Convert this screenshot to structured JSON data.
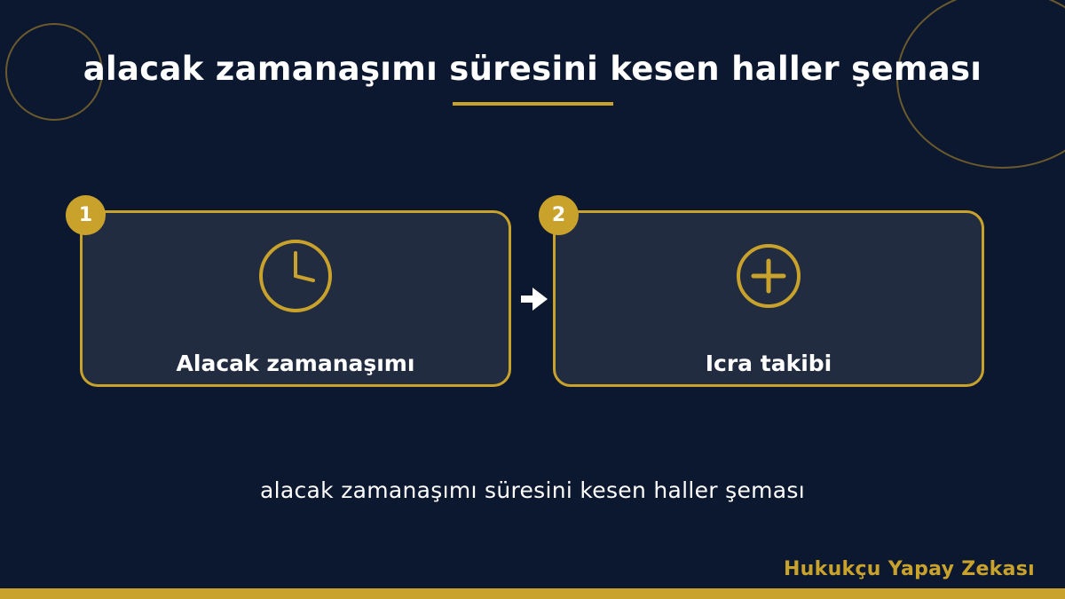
{
  "title": "alacak zamanaşımı süresini kesen haller şeması",
  "steps": [
    {
      "number": "1",
      "label": "Alacak zamanaşımı",
      "icon": "clock-icon"
    },
    {
      "number": "2",
      "label": "Icra takibi",
      "icon": "plus-circle-icon"
    }
  ],
  "caption": "alacak zamanaşımı süresini kesen haller şeması",
  "brand": "Hukukçu Yapay Zekası",
  "colors": {
    "background": "#0c1830",
    "accent": "#c9a22c",
    "card": "#222c41",
    "text": "#ffffff"
  }
}
